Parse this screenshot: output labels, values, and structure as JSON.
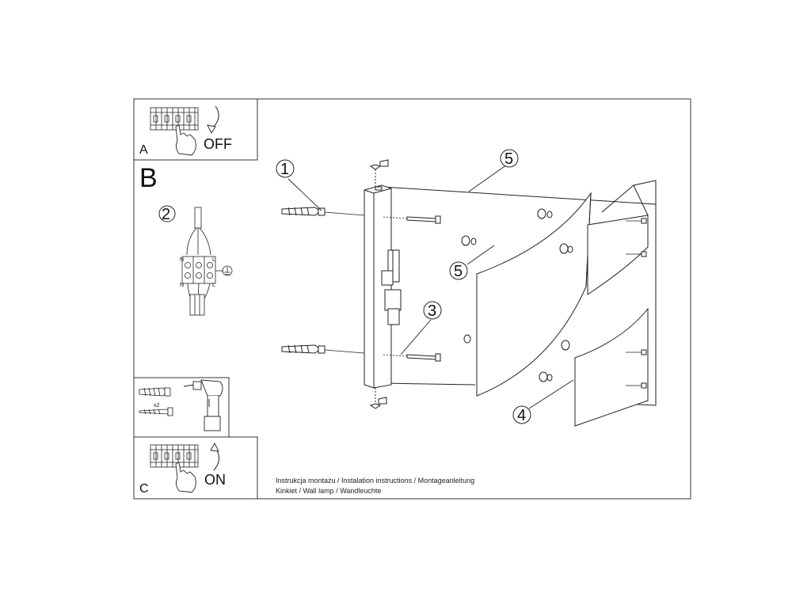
{
  "panels": {
    "a": {
      "letter": "A",
      "switch_label": "OFF"
    },
    "b": {
      "letter": "B"
    },
    "c": {
      "letter": "C",
      "switch_label": "ON"
    }
  },
  "callouts": [
    "1",
    "2",
    "3",
    "4",
    "5",
    "5"
  ],
  "drill_panel": {
    "quantity": "x2"
  },
  "terminal_labels": [
    "N",
    "L",
    "N",
    "L"
  ],
  "caption": {
    "line1": "Instrukcja montażu / Instalation instructions / Montageanleitung",
    "line2": "Kinkiet / Wall lamp / Wandleuchte"
  }
}
